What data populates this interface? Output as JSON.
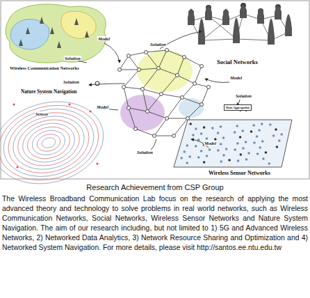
{
  "diagram": {
    "caption": "Research Achievement from CSP Group",
    "nodes": [
      {
        "text": [
          "Wireless Communication Networks"
        ]
      },
      {
        "text": [
          "Social Networks"
        ]
      },
      {
        "text": [
          "Nature System Navigation"
        ]
      },
      {
        "text": [
          "Wireless Sensor Networks"
        ]
      },
      {
        "text": [
          "Data Aggregation"
        ]
      }
    ],
    "labels": [
      "Model",
      "Solution",
      "Solution",
      "Model",
      "Solution",
      "Solution",
      "Model",
      "Sensor",
      "Model",
      "Solution",
      "The Wireless Broadband Communication Lab focus on the research of applying the most advanced theory and technology to solve problems in real world networks, such as Wireless Communication Networks, Social Networks, Wireless Sensor Networks and Nature System Navigation. The aim of our research including, but not limited to 1) 5G and Advanced Wireless Networks, 2) Networked Data Analytics, 3) Network Resource Sharing and Optimization and 4) Networked System Navigation. For more details, please visit http://santos.ee.ntu.edu.tw"
    ]
  }
}
